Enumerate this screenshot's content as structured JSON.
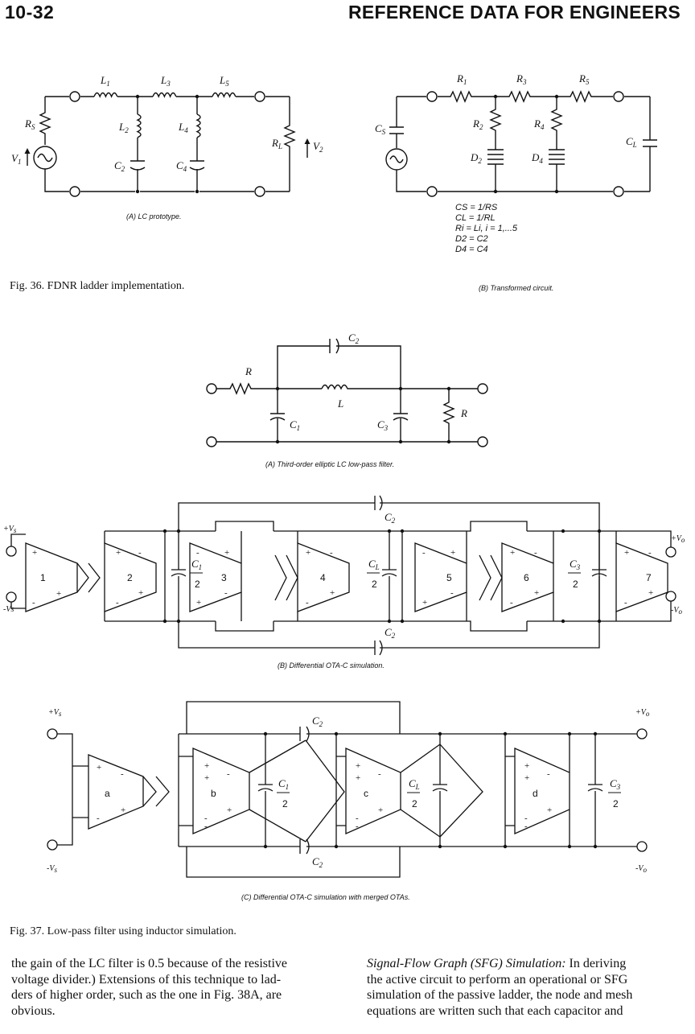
{
  "header": {
    "page_number": "10-32",
    "running_title": "REFERENCE DATA FOR ENGINEERS"
  },
  "fig36": {
    "caption": "Fig. 36. FDNR ladder implementation.",
    "panel_a_caption": "(A) LC prototype.",
    "panel_b_caption": "(B) Transformed circuit.",
    "equations": [
      "CS = 1/RS",
      "CL = 1/RL",
      "Ri = Li, i = 1,...5",
      "D2 = C2",
      "D4 = C4"
    ]
  },
  "fig37": {
    "caption": "Fig. 37. Low-pass filter using inductor simulation.",
    "panel_a_caption": "(A) Third-order elliptic LC low-pass filter.",
    "panel_b_caption": "(B) Differential OTA-C simulation.",
    "panel_c_caption": "(C) Differential OTA-C simulation with merged OTAs.",
    "ota_numbers": [
      "1",
      "2",
      "3",
      "4",
      "5",
      "6",
      "7"
    ],
    "ota_letters": [
      "a",
      "b",
      "c",
      "d"
    ]
  },
  "body": {
    "left_lines": [
      "the gain of the LC filter is 0.5 because of the resistive",
      "voltage divider.) Extensions of this technique to lad-",
      "ders of higher order, such as the one in Fig. 38A, are",
      "obvious."
    ],
    "right_heading": "Signal-Flow Graph (SFG) Simulation:",
    "right_first": " In deriving",
    "right_lines": [
      "the active circuit to perform an operational or SFG",
      "simulation of the passive ladder, the node and mesh",
      "equations are written such that each capacitor and"
    ]
  }
}
